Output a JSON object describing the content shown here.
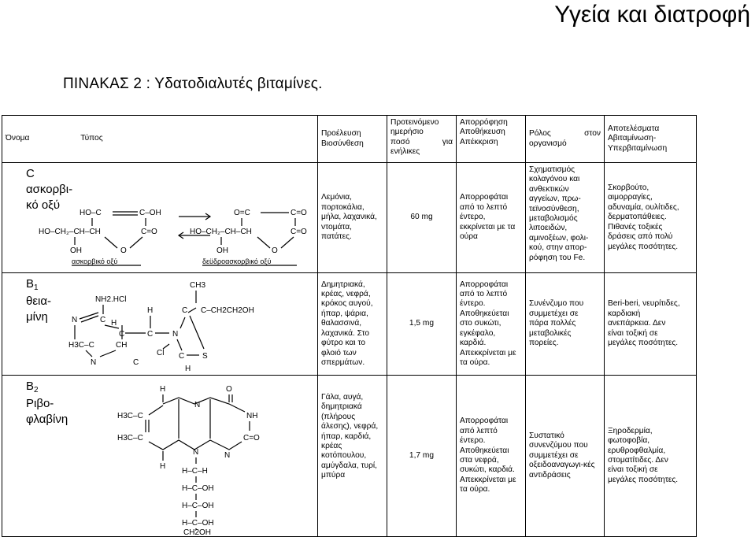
{
  "slide_title": "Υγεία και διατροφή",
  "table_heading": "ΠΙΝΑΚΑΣ 2 : Υδατοδιαλυτές βιταμίνες.",
  "headers": {
    "name": "Όνομα",
    "type": "Τύπος",
    "source": [
      "Προέλευση",
      "Βιοσύνθεση"
    ],
    "dose": [
      "Προτεινόμενο",
      "ημερήσιο",
      "ποσό",
      "για",
      "ενήλικες"
    ],
    "absorption": [
      "Απορρόφηση",
      "Αποθήκευση",
      "Απέκκριση"
    ],
    "role": [
      "Ρόλος",
      "στον",
      "οργανισμό"
    ],
    "effects": [
      "Αποτελέσματα",
      "Αβιταμίνωση-",
      "Υπερβιταμίνωση"
    ]
  },
  "rows": [
    {
      "name_lines": [
        "C",
        "ασκορβι-",
        "κό οξύ"
      ],
      "structure_labels": {
        "a1": "HO–C",
        "a2": "C–OH",
        "a3": "HO–CH₂–CH–CH",
        "a4": "C=O",
        "a5": "O",
        "a6": "OH",
        "b1": "O=C",
        "b2": "C=O",
        "b3": "HO–CH₂–CH–CH",
        "b4": "C=O",
        "b5": "O",
        "b6": "OH",
        "cap1": "ασκορβικό οξύ",
        "cap2": "δεϋδροασκορβικό οξύ"
      },
      "source": [
        "Λεμόνια,",
        "πορτοκάλια,",
        "μήλα, λαχανικά,",
        "ντομάτα,",
        "πατάτες."
      ],
      "dose": "60 mg",
      "absorption": [
        "Απορροφάται",
        "από το λεπτό",
        "έντερο,",
        "εκκρίνεται με τα",
        "ούρα"
      ],
      "role": [
        "Σχηματισμός",
        "κολαγόνου και",
        "ανθεκτικών",
        "αγγείων, πρω-",
        "τεϊνοσύνθεση,",
        "μεταβολισμός",
        "λιποειδών,",
        "αμινοξέων, φολι-",
        "κού, στην απορ-",
        "ρόφηση του Fe."
      ],
      "effects": [
        "Σκορβούτο,",
        "αιμορραγίες,",
        "αδυναμία, ουλίτιδες,",
        "δερματοπάθειες.",
        "Πιθανές τοξικές",
        "δράσεις από πολύ",
        "μεγάλες ποσότητες."
      ]
    },
    {
      "name_main": "B",
      "name_sub": "1",
      "name_lines": [
        "θεια-",
        "μίνη"
      ],
      "structure_labels": {
        "ch3": "CH3",
        "nh2": "NH2.HCl",
        "chain": "C–CH2CH2OH",
        "n1": "N",
        "c1": "C",
        "c2": "C",
        "h": "H",
        "ch2": "C",
        "hr": "H",
        "c3": "C",
        "n2": "N",
        "s": "S",
        "cl": "Cl",
        "ch": "CH",
        "c4": "C",
        "h3c": "H3C–C",
        "n3": "N",
        "hc": "H",
        "c5": "C"
      },
      "source": [
        "Δημητριακά,",
        "κρέας, νεφρά,",
        "κρόκος αυγού,",
        "ήπαρ, ψάρια,",
        "θαλασσινά,",
        "λαχανικά. Στο",
        "φύτρο και το",
        "φλοιό των",
        "σπερμάτων."
      ],
      "dose": "1,5 mg",
      "absorption": [
        "Απορροφάται",
        "από το λεπτό",
        "έντερο.",
        "Αποθηκεύεται",
        "στο συκώτι,",
        "εγκέφαλο,",
        "καρδιά.",
        "Απεκκρίνεται με",
        "τα ούρα."
      ],
      "role": [
        "Συνένζυμο που",
        "συμμετέχει σε",
        "πάρα πολλές",
        "μεταβολικές",
        "πορείες."
      ],
      "effects": [
        "Beri-beri, νευρίτιδες,",
        "καρδιακή",
        "ανεπάρκεια. Δεν",
        "είναι τοξική σε",
        "μεγάλες ποσότητες."
      ]
    },
    {
      "name_main": "B",
      "name_sub": "2",
      "name_lines": [
        "Ριβο-",
        "φλαβίνη"
      ],
      "structure_labels": {
        "h_top": "H",
        "o_top": "O",
        "h3c1": "H3C–C",
        "h3c2": "H3C–C",
        "nh": "NH",
        "n_a": "N",
        "n_b": "N",
        "n_c": "N",
        "c_o": "C=O",
        "h_bot": "H",
        "hch": "H–C–H",
        "hcoh1": "H–C–OH",
        "hcoh2": "H–C–OH",
        "hcoh3": "H–C–OH",
        "ch2oh": "CH2OH"
      },
      "source": [
        "Γάλα, αυγά,",
        "δημητριακά",
        "(πλήρους",
        "άλεσης), νεφρά,",
        "ήπαρ, καρδιά,",
        "κρέας",
        "κοτόπουλου,",
        "αμύγδαλα, τυρί,",
        "μπύρα"
      ],
      "dose": "1,7 mg",
      "absorption": [
        "Απορροφάται",
        "από λεπτό",
        "έντερο.",
        "Αποθηκεύεται",
        "στα νεφρά,",
        "συκώτι, καρδιά.",
        "Απεκκρίνεται με",
        "τα ούρα."
      ],
      "role": [
        "Συστατικό",
        "συνενζύμου που",
        "συμμετέχει σε",
        "οξειδοαναγωγι-κές",
        "αντιδράσεις"
      ],
      "effects": [
        "Ξηροδερμία,",
        "φωτοφοβία,",
        "ερυθροφθαλμία,",
        "στοματίτιδες. Δεν",
        "είναι τοξική σε",
        "μεγάλες ποσότητες."
      ]
    }
  ]
}
